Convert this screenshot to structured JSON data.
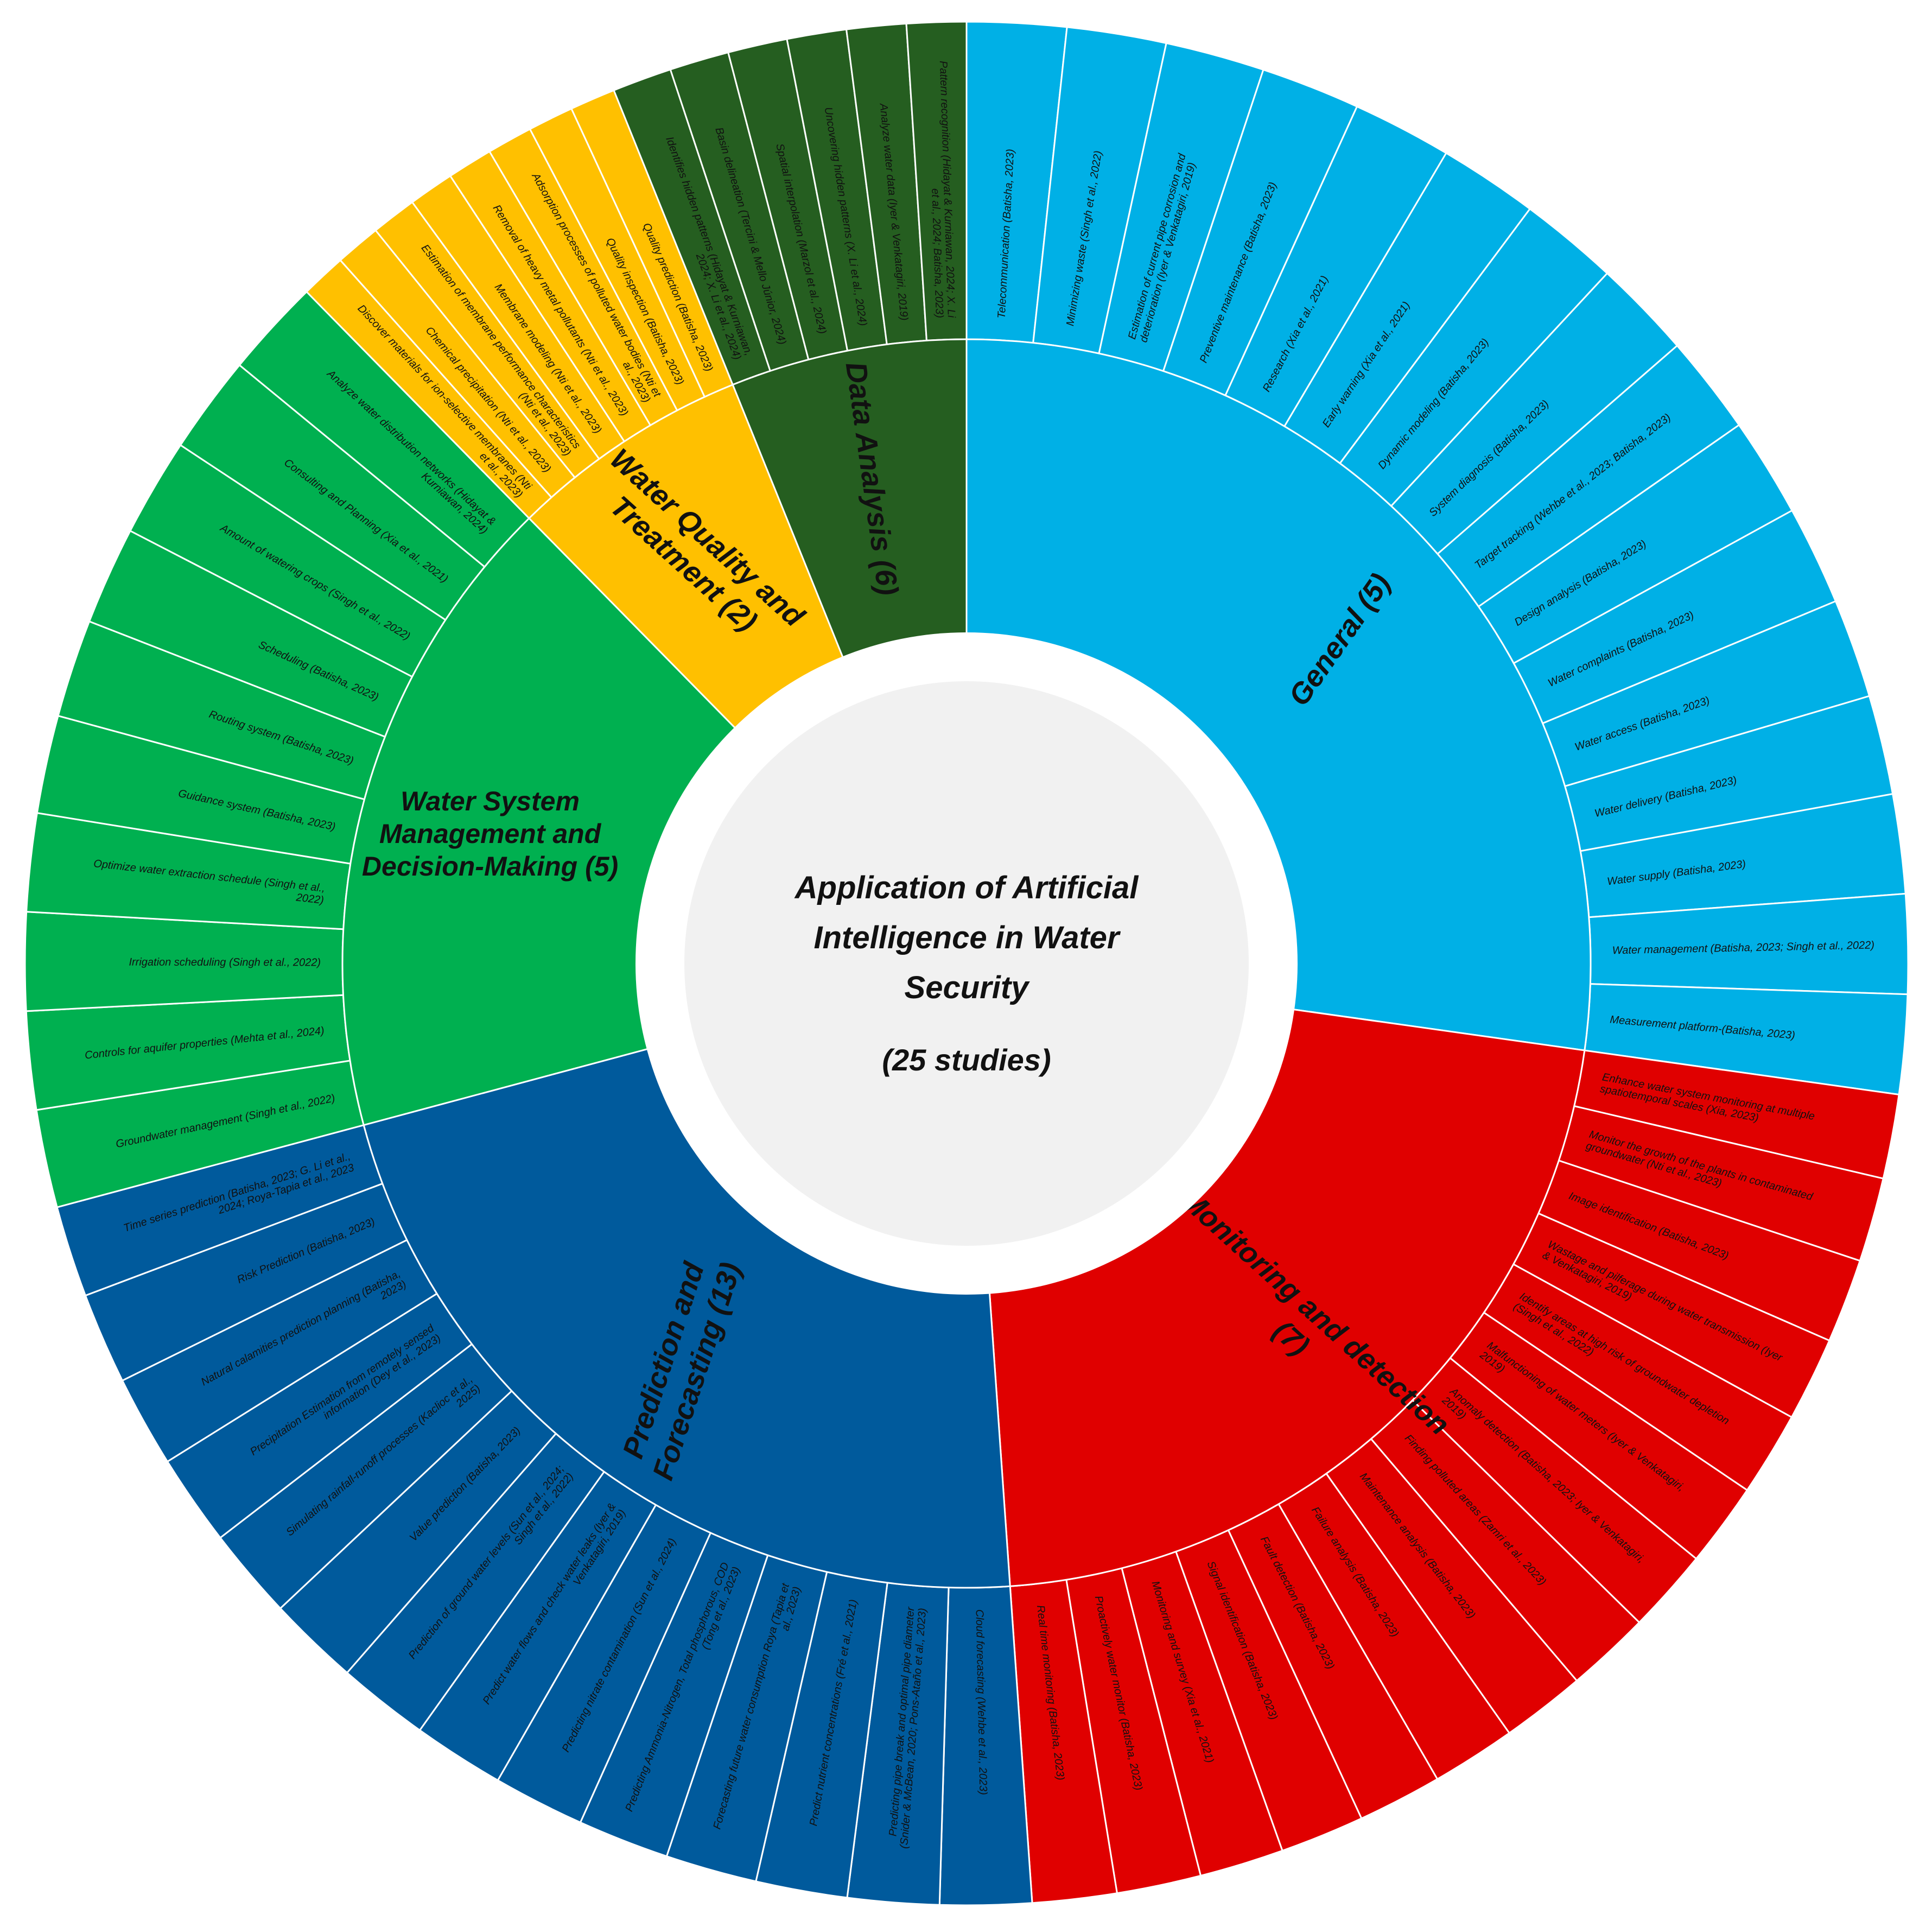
{
  "center": {
    "title_lines": [
      "Application of Artificial",
      "Intelligence in Water",
      "Security"
    ],
    "subtitle": "(25 studies)"
  },
  "categories": [
    {
      "name": "General (5)",
      "label_lines": [
        "General (5)"
      ],
      "color": "#00b0e6",
      "items": [
        "Telecommunication (Batisha, 2023)",
        "Minimizing waste (Singh et al., 2022)",
        "Estimation of current pipe corrosion and deterioration (Iyer & Venkatagiri, 2019)",
        "Preventive maintenance (Batisha, 2023)",
        "Research (Xia et al., 2021)",
        "Early warning (Xia et al., 2021)",
        "Dynamic modeling (Batisha, 2023)",
        "System diagnosis (Batisha, 2023)",
        "Target tracking (Wehbe et al., 2023; Batisha, 2023)",
        "Design analysis (Batisha, 2023)",
        "Water complaints (Batisha, 2023)",
        "Water access (Batisha, 2023)",
        "Water delivery (Batisha, 2023)",
        "Water supply (Batisha, 2023)",
        "Water management (Batisha, 2023; Singh et al., 2022)",
        "Measurement platform-(Batisha, 2023)"
      ]
    },
    {
      "name": "Monitoring and detection (7)",
      "label_lines": [
        "Monitoring and detection",
        "(7)"
      ],
      "color": "#e00000",
      "items": [
        "Enhance water system monitoring at multiple spatiotemporal scales (Xia, 2023)",
        "Monitor the growth of the plants in contaminated groundwater (Nti et al., 2023)",
        "Image identification (Batisha, 2023)",
        "Wastage and pilferage during water transmission (Iyer & Venkatagiri, 2019)",
        "Identify areas at high risk of groundwater depletion (Singh et al., 2022)",
        "Malfunctioning of water meters (Iyer & Venkatagiri, 2019)",
        "Anomaly detection (Batisha, 2023; Iyer & Venkatagiri, 2019)",
        "Finding polluted areas (Zamri et al., 2023)",
        "Maintenance analysis (Batisha, 2023)",
        "Failure analysis (Batisha, 2023)",
        "Fault detection (Batisha, 2023)",
        "Signal identification (Batisha, 2023)",
        "Monitoring and survey (Xia et al., 2021)",
        "Proactively water monitor (Batisha, 2023)",
        "Real time monitoring (Batisha, 2023)"
      ]
    },
    {
      "name": "Prediction and Forecasting (13)",
      "label_lines": [
        "Prediction and",
        "Forecasting (13)"
      ],
      "color": "#005a9c",
      "items": [
        "Cloud forecasting (Wehbe et al., 2023)",
        "Predicting pipe break and optimal pipe diameter (Snider & McBean, 2020; Pons-Ataño et al., 2023)",
        "Predict nutrient concentrations (Fré et al., 2021)",
        "Forecasting future water consumption Roya (Tapia et al., 2023)",
        "Predicting Ammonia-Nitrogen, Total phosphorous, COD (Tong et al., 2023)",
        "Predicting nitrate contamination (Sun et al., 2024)",
        "Predict water flows and check water leaks (Iyer & Venkatagiri, 2019)",
        "Prediction of ground water levels (Sun et al., 2024; Singh et al., 2022)",
        "Value prediction (Batisha, 2023)",
        "Simulating rainfall-runoff processes (Kaclioc et al., 2025)",
        "Precipitation Estimation from remotely sensed information (Dey et al., 2023)",
        "Natural calamities prediction planning (Batisha, 2023)",
        "Risk Prediction (Batisha, 2023)",
        "Time series prediction (Batisha, 2023; G. Li et al., 2024; Roya-Tapia et al., 2023"
      ]
    },
    {
      "name": "Water System Management and Decision-Making (5)",
      "label_lines": [
        "Water System",
        "Management and",
        "Decision-Making (5)"
      ],
      "color": "#00b050",
      "items": [
        "Groundwater management (Singh et al., 2022)",
        "Controls for aquifer properties (Mehta et al., 2024)",
        "Irrigation scheduling (Singh et al., 2022)",
        "Optimize water extraction schedule (Singh et al., 2022)",
        "Guidance system (Batisha, 2023)",
        "Routing system (Batisha, 2023)",
        "Scheduling (Batisha, 2023)",
        "Amount of watering crops (Singh et al., 2022)",
        "Consulting and Planning (Xia et al., 2021)",
        "Analyze water distribution networks (Hidayat & Kurniawan, 2024)"
      ]
    },
    {
      "name": "Water Quality and Treatment (2)",
      "label_lines": [
        "Water Quality and",
        "Treatment (2)"
      ],
      "color": "#ffc000",
      "items": [
        "Discover materials for ion-selective membranes (Nti et al., 2023)",
        "Chemical precipitation (Nti et al., 2023)",
        "Estimation of membrane performance characteristics (Nti et al., 2023)",
        "Membrane modeling (Nti et al., 2023)",
        "Removal of heavy metal pollutants (Nti et al., 2023)",
        "Adsorption processes of polluted water bodies (Nti et al., 2023)",
        "Quality inspection (Batisha, 2023)",
        "Quality prediction (Batisha, 2023)"
      ]
    },
    {
      "name": "Data Analysis (6)",
      "label_lines": [
        "Data Analysis (6)"
      ],
      "color": "#255e20",
      "items": [
        "Identifies hidden patterns (Hidayat & Kurniawan, 2024; X. Li et al., 2024)",
        "Basin delineation (Tercini & Mello Júnior, 2024)",
        "Spatial interpolation (Marzol et al., 2024)",
        "Uncovering hidden patterns (X. Li et al., 2024)",
        "Analyze water data (Iyer & Venkatagiri, 2019)",
        "Pattern recognition (Hidayat & Kurniawan, 2024; X. Li et al., 2024; Batisha, 2023)"
      ]
    }
  ]
}
